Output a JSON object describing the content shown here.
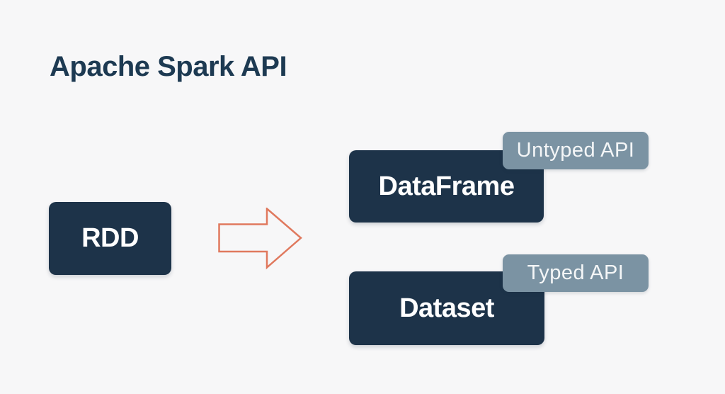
{
  "title": "Apache Spark API",
  "nodes": {
    "rdd": {
      "label": "RDD"
    },
    "dataframe": {
      "label": "DataFrame",
      "tag": "Untyped API"
    },
    "dataset": {
      "label": "Dataset",
      "tag": "Typed API"
    }
  },
  "arrow": {
    "icon": "arrow-right-icon",
    "direction": "right"
  },
  "colors": {
    "background": "#f7f7f8",
    "box": "#1d3349",
    "box_text": "#ffffff",
    "title_text": "#1d3a52",
    "tag": "#7b93a3",
    "tag_text": "#f4f6f7",
    "arrow": "#e0795e"
  }
}
